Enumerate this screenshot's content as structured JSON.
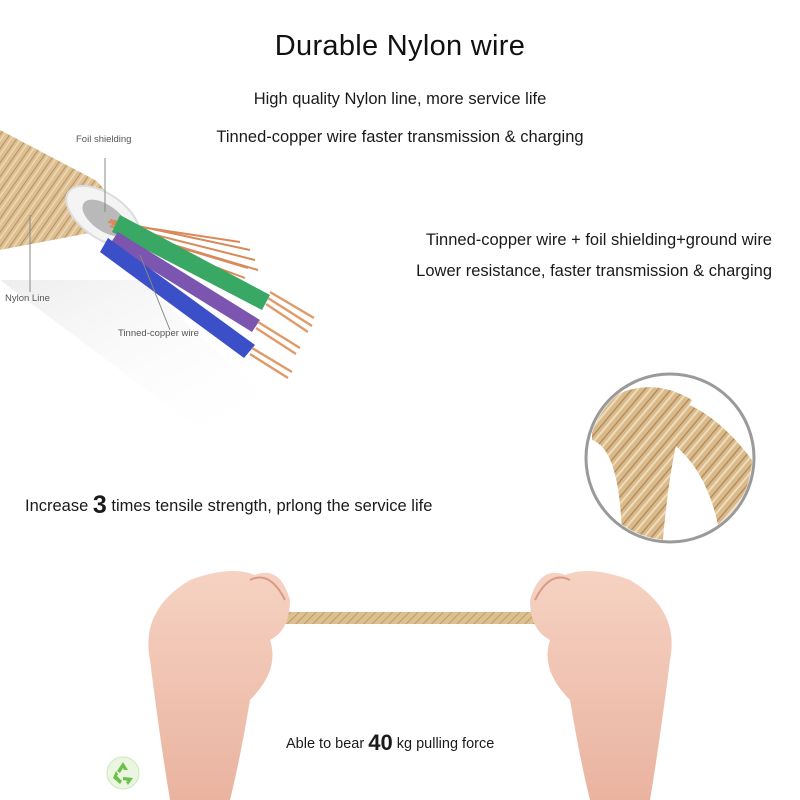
{
  "header": {
    "title": "Durable Nylon wire",
    "line1": "High quality Nylon line, more service life",
    "line2": "Tinned-copper wire faster transmission & charging"
  },
  "diagram": {
    "label_foil": "Foil shielding",
    "label_nylon": "Nylon Line",
    "label_copper": "Tinned-copper wire"
  },
  "features": {
    "shield_line1": "Tinned-copper wire + foil shielding+ground wire",
    "shield_line2": "Lower resistance, faster transmission & charging",
    "strength_pre": "Increase",
    "strength_num": "3",
    "strength_post": "times tensile strength, prlong the service life",
    "bear_pre": "Able to bear",
    "bear_num": "40",
    "bear_post": "kg pulling force"
  },
  "colors": {
    "nylon_gold": "#d8b98a",
    "green_wire": "#3aa865",
    "blue_wire": "#3b4fc8",
    "purple_wire": "#7b55b0",
    "copper": "#d88a5a",
    "recycle_green": "#6cc04a"
  },
  "icons": {
    "recycle": "recycle-icon"
  }
}
